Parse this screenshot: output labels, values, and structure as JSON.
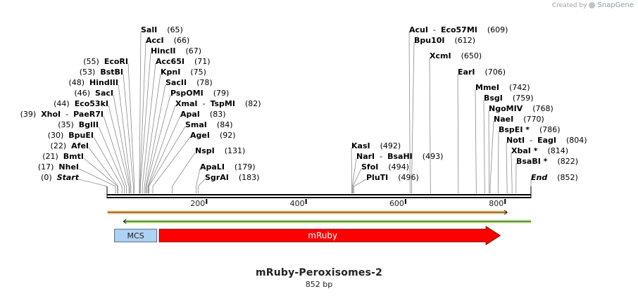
{
  "credit": {
    "prefix": "Created by",
    "brand": "SnapGene"
  },
  "map": {
    "name": "mRuby-Peroxisomes-2",
    "length_label": "852 bp",
    "length": 852,
    "ticks": [
      {
        "pos": 200,
        "label": "200"
      },
      {
        "pos": 400,
        "label": "400"
      },
      {
        "pos": 600,
        "label": "600"
      },
      {
        "pos": 800,
        "label": "800"
      }
    ],
    "features": [
      {
        "name": "MCS",
        "start": 15,
        "end": 100,
        "color": "#aed2f2",
        "type": "box"
      },
      {
        "name": "mRuby",
        "start": 105,
        "end": 790,
        "color": "#ff0000",
        "type": "arrow"
      }
    ],
    "orf_arrows": [
      {
        "start": 1,
        "end": 804,
        "direction": "right",
        "color": "#f7c77a"
      },
      {
        "start": 33,
        "end": 852,
        "direction": "left",
        "color": "#b9ea8c"
      }
    ],
    "sites": [
      {
        "name": "Start",
        "pos": 0,
        "label": "(0)",
        "italic": true
      },
      {
        "name": "NheI",
        "pos": 17,
        "label": "(17)"
      },
      {
        "name": "BmtI",
        "pos": 21,
        "label": "(21)"
      },
      {
        "name": "AfeI",
        "pos": 22,
        "label": "(22)"
      },
      {
        "name": "BpuEI",
        "pos": 30,
        "label": "(30)"
      },
      {
        "name": "BglII",
        "pos": 35,
        "label": "(35)"
      },
      {
        "name": "XhoI",
        "name2": "PaeR7I",
        "pos": 39,
        "label": "(39)"
      },
      {
        "name": "Eco53kI",
        "pos": 44,
        "label": "(44)"
      },
      {
        "name": "SacI",
        "pos": 46,
        "label": "(46)"
      },
      {
        "name": "HindIII",
        "pos": 48,
        "label": "(48)"
      },
      {
        "name": "BstBI",
        "pos": 53,
        "label": "(53)"
      },
      {
        "name": "EcoRI",
        "pos": 55,
        "label": "(55)"
      },
      {
        "name": "SalI",
        "pos": 65,
        "label": "(65)"
      },
      {
        "name": "AccI",
        "pos": 66,
        "label": "(66)"
      },
      {
        "name": "HincII",
        "pos": 67,
        "label": "(67)"
      },
      {
        "name": "Acc65I",
        "pos": 71,
        "label": "(71)"
      },
      {
        "name": "KpnI",
        "pos": 75,
        "label": "(75)"
      },
      {
        "name": "SacII",
        "pos": 78,
        "label": "(78)"
      },
      {
        "name": "PspOMI",
        "pos": 79,
        "label": "(79)"
      },
      {
        "name": "XmaI",
        "name2": "TspMI",
        "pos": 82,
        "label": "(82)"
      },
      {
        "name": "ApaI",
        "pos": 83,
        "label": "(83)"
      },
      {
        "name": "SmaI",
        "pos": 84,
        "label": "(84)"
      },
      {
        "name": "AgeI",
        "pos": 92,
        "label": "(92)"
      },
      {
        "name": "NspI",
        "pos": 131,
        "label": "(131)"
      },
      {
        "name": "ApaLI",
        "pos": 179,
        "label": "(179)"
      },
      {
        "name": "SgrAI",
        "pos": 183,
        "label": "(183)"
      },
      {
        "name": "KasI",
        "pos": 492,
        "label": "(492)"
      },
      {
        "name": "NarI",
        "name2": "BsaHI",
        "pos": 493,
        "label": "(493)"
      },
      {
        "name": "SfoI",
        "pos": 494,
        "label": "(494)"
      },
      {
        "name": "PluTI",
        "pos": 496,
        "label": "(496)"
      },
      {
        "name": "AcuI",
        "name2": "Eco57MI",
        "pos": 609,
        "label": "(609)"
      },
      {
        "name": "Bpu10I",
        "pos": 612,
        "label": "(612)"
      },
      {
        "name": "XcmI",
        "pos": 650,
        "label": "(650)"
      },
      {
        "name": "EarI",
        "pos": 706,
        "label": "(706)"
      },
      {
        "name": "MmeI",
        "pos": 742,
        "label": "(742)"
      },
      {
        "name": "BsgI",
        "pos": 759,
        "label": "(759)"
      },
      {
        "name": "NgoMIV",
        "pos": 768,
        "label": "(768)"
      },
      {
        "name": "NaeI",
        "pos": 770,
        "label": "(770)"
      },
      {
        "name": "BspEI",
        "star": "*",
        "pos": 786,
        "label": "(786)"
      },
      {
        "name": "NotI",
        "name2": "EagI",
        "pos": 804,
        "label": "(804)"
      },
      {
        "name": "XbaI",
        "star": "*",
        "pos": 814,
        "label": "(814)"
      },
      {
        "name": "BsaBI",
        "star": "*",
        "pos": 822,
        "label": "(822)"
      },
      {
        "name": "End",
        "pos": 852,
        "label": "(852)",
        "italic": true
      }
    ]
  }
}
